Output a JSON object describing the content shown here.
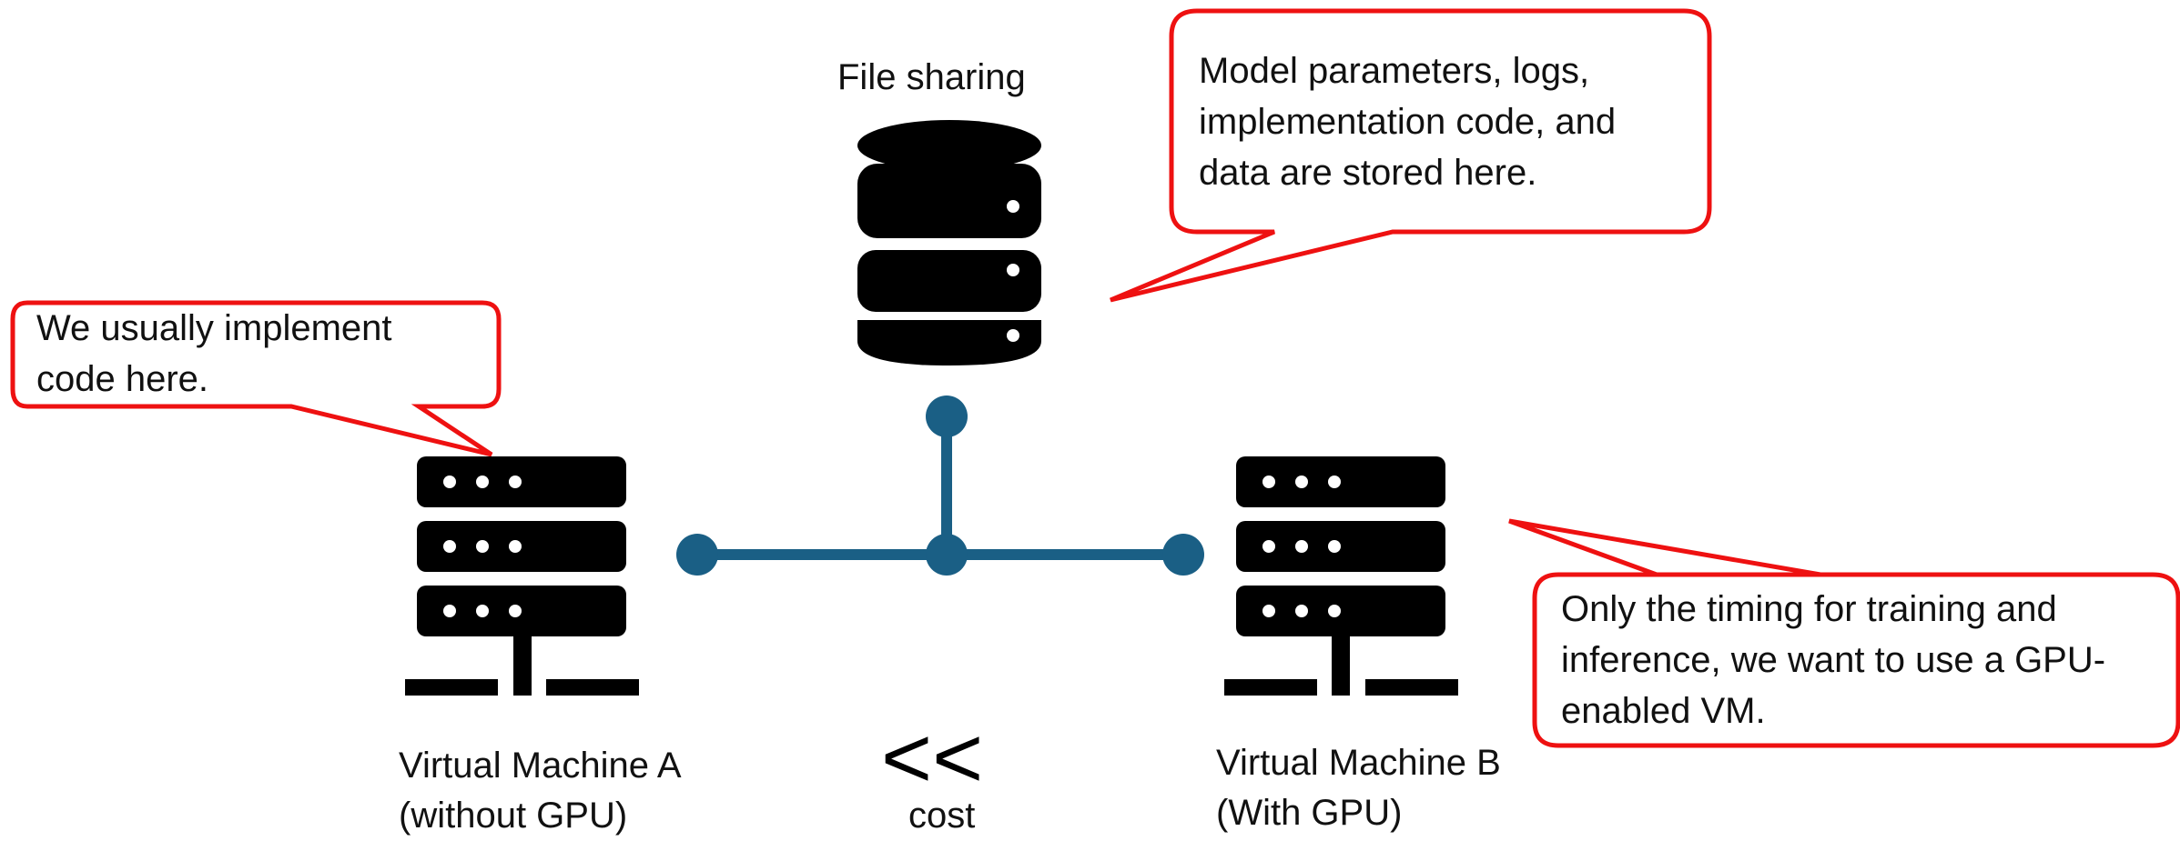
{
  "nodes": {
    "file_sharing": {
      "label": "File sharing",
      "icon": "database-icon"
    },
    "vm_a": {
      "label_line1": "Virtual Machine A",
      "label_line2": "(without GPU)",
      "icon": "server-rack-icon"
    },
    "vm_b": {
      "label_line1": "Virtual Machine B",
      "label_line2": "(With GPU)",
      "icon": "server-rack-icon"
    }
  },
  "comparison": {
    "symbol": "<<",
    "label": "cost"
  },
  "callouts": {
    "storage": {
      "line1": "Model parameters, logs,",
      "line2": "implementation code, and",
      "line3": "data are stored here."
    },
    "implement": {
      "line1": "We usually implement",
      "line2": "code here."
    },
    "gpu": {
      "line1": "Only the timing for training and",
      "line2": "inference, we want to use a GPU-",
      "line3": "enabled VM."
    }
  },
  "colors": {
    "callout_border": "#ee1111",
    "network": "#1a5f85",
    "icon": "#000000",
    "text": "#111111"
  }
}
